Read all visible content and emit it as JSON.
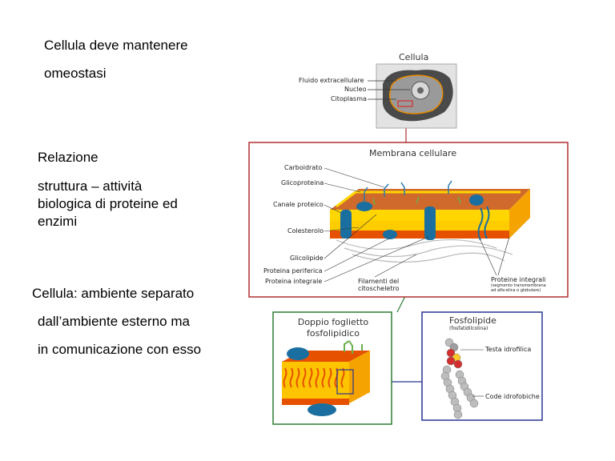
{
  "slide": {
    "text1_line1": "Cellula deve mantenere",
    "text1_line2": "omeostasi",
    "text2_line1": "Relazione",
    "text2_line2": "struttura – attività",
    "text2_line3": "biologica di proteine ed",
    "text2_line4": "enzimi",
    "text3_line1": "Cellula: ambiente separato",
    "text3_line2": "dall’ambiente esterno ma",
    "text3_line3": "in comunicazione  con esso"
  },
  "cell_panel": {
    "title": "Cellula",
    "labels": [
      "Fluido extracellulare",
      "Nucleo",
      "Citoplasma"
    ]
  },
  "membrane_panel": {
    "title": "Membrana cellulare",
    "labels_left": [
      "Carboidrato",
      "Glicoproteina",
      "Canale proteico",
      "Colesterolo",
      "Glicolipide",
      "Proteina periferica",
      "Proteina integrale"
    ],
    "label_filaments": "Filamenti del\ncitoscheletro",
    "label_integral_title": "Proteine integrali",
    "label_integral_note": "(segmento transmembrana\nad alfa-elica o globulare)"
  },
  "bilayer_panel": {
    "title": "Doppio foglietto\nfosfolipidico"
  },
  "phospholipid_panel": {
    "title": "Fosfolipide",
    "subtitle": "(fosfatidilcolina)",
    "label_head": "Testa idrofilica",
    "label_tails": "Code idrofobiche"
  },
  "colors": {
    "cell_border": "#b03030",
    "bilayer_border": "#2e7d32",
    "phospholipid_border": "#283593",
    "membrane_yellow": "#ffd600",
    "membrane_orange": "#e65100",
    "protein_blue": "#1a6fa0"
  }
}
